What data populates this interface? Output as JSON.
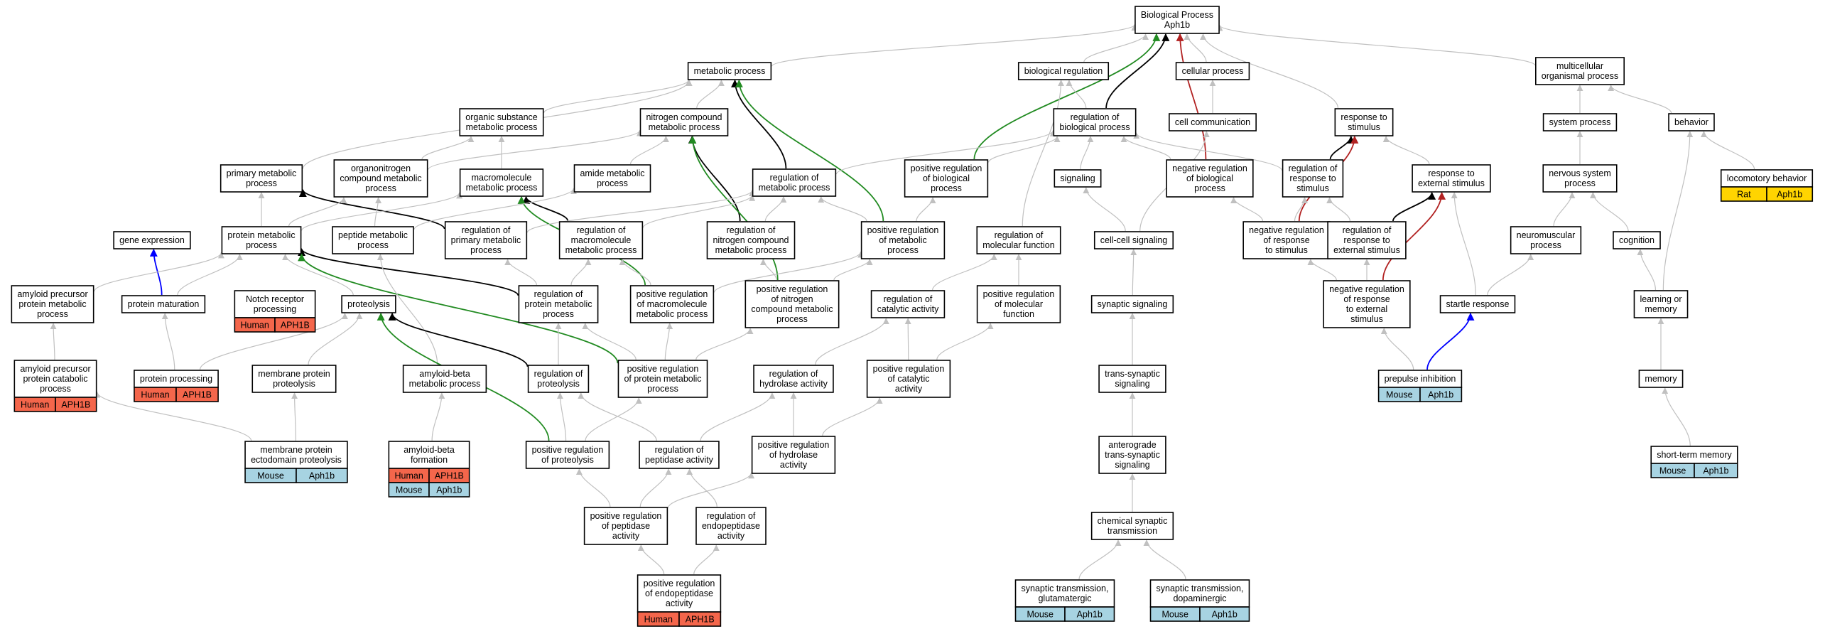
{
  "colors": {
    "edge_default": "#c0c0c0",
    "edge_black": "#000000",
    "edge_green": "#228b22",
    "edge_red": "#b22222",
    "edge_blue": "#0000ff",
    "human": "#f4664b",
    "mouse": "#a7d3e2",
    "rat": "#ffd400"
  },
  "nodes": [
    {
      "id": "bp",
      "lines": [
        "Biological Process",
        "Aph1b"
      ]
    },
    {
      "id": "metabolic",
      "lines": [
        "metabolic process"
      ]
    },
    {
      "id": "bioreg",
      "lines": [
        "biological regulation"
      ]
    },
    {
      "id": "cellular",
      "lines": [
        "cellular process"
      ]
    },
    {
      "id": "multicell",
      "lines": [
        "multicellular",
        "organismal process"
      ]
    },
    {
      "id": "orgsub",
      "lines": [
        "organic substance",
        "metabolic process"
      ]
    },
    {
      "id": "nitrogen",
      "lines": [
        "nitrogen compound",
        "metabolic process"
      ]
    },
    {
      "id": "regbio",
      "lines": [
        "regulation of",
        "biological process"
      ]
    },
    {
      "id": "cellcomm",
      "lines": [
        "cell communication"
      ]
    },
    {
      "id": "resp",
      "lines": [
        "response to",
        "stimulus"
      ]
    },
    {
      "id": "sysproc",
      "lines": [
        "system process"
      ]
    },
    {
      "id": "behavior",
      "lines": [
        "behavior"
      ]
    },
    {
      "id": "primary",
      "lines": [
        "primary metabolic",
        "process"
      ]
    },
    {
      "id": "organonit",
      "lines": [
        "organonitrogen",
        "compound metabolic",
        "process"
      ]
    },
    {
      "id": "macro",
      "lines": [
        "macromolecule",
        "metabolic process"
      ]
    },
    {
      "id": "amide",
      "lines": [
        "amide metabolic",
        "process"
      ]
    },
    {
      "id": "regmet",
      "lines": [
        "regulation of",
        "metabolic process"
      ]
    },
    {
      "id": "posregbio",
      "lines": [
        "positive regulation",
        "of biological",
        "process"
      ]
    },
    {
      "id": "signaling",
      "lines": [
        "signaling"
      ]
    },
    {
      "id": "negregbio",
      "lines": [
        "negative regulation",
        "of biological",
        "process"
      ]
    },
    {
      "id": "regresp",
      "lines": [
        "regulation of",
        "response to",
        "stimulus"
      ]
    },
    {
      "id": "respext",
      "lines": [
        "response to",
        "external stimulus"
      ]
    },
    {
      "id": "nervous",
      "lines": [
        "nervous system",
        "process"
      ]
    },
    {
      "id": "locomotory",
      "lines": [
        "locomotory behavior"
      ],
      "badges": [
        {
          "species": "Rat",
          "gene": "Aph1b",
          "color": "rat"
        }
      ]
    },
    {
      "id": "geneexp",
      "lines": [
        "gene expression"
      ]
    },
    {
      "id": "protmet",
      "lines": [
        "protein metabolic",
        "process"
      ]
    },
    {
      "id": "peptide",
      "lines": [
        "peptide metabolic",
        "process"
      ]
    },
    {
      "id": "regprimary",
      "lines": [
        "regulation of",
        "primary metabolic",
        "process"
      ]
    },
    {
      "id": "regmacro",
      "lines": [
        "regulation of",
        "macromolecule",
        "metabolic process"
      ]
    },
    {
      "id": "regnit",
      "lines": [
        "regulation of",
        "nitrogen compound",
        "metabolic process"
      ]
    },
    {
      "id": "posregmet",
      "lines": [
        "positive regulation",
        "of metabolic",
        "process"
      ]
    },
    {
      "id": "regmolfunc",
      "lines": [
        "regulation of",
        "molecular function"
      ]
    },
    {
      "id": "cellcell",
      "lines": [
        "cell-cell signaling"
      ]
    },
    {
      "id": "negregresp",
      "lines": [
        "negative regulation",
        "of response",
        "to stimulus"
      ]
    },
    {
      "id": "regrespext",
      "lines": [
        "regulation of",
        "response to",
        "external stimulus"
      ]
    },
    {
      "id": "neuromusc",
      "lines": [
        "neuromuscular",
        "process"
      ]
    },
    {
      "id": "cognition",
      "lines": [
        "cognition"
      ]
    },
    {
      "id": "app",
      "lines": [
        "amyloid precursor",
        "protein metabolic",
        "process"
      ]
    },
    {
      "id": "protmat",
      "lines": [
        "protein maturation"
      ]
    },
    {
      "id": "notch",
      "lines": [
        "Notch receptor",
        "processing"
      ],
      "badges": [
        {
          "species": "Human",
          "gene": "APH1B",
          "color": "human"
        }
      ]
    },
    {
      "id": "proteolysis",
      "lines": [
        "proteolysis"
      ]
    },
    {
      "id": "regprotmet",
      "lines": [
        "regulation of",
        "protein metabolic",
        "process"
      ]
    },
    {
      "id": "posregmacro",
      "lines": [
        "positive regulation",
        "of macromolecule",
        "metabolic process"
      ]
    },
    {
      "id": "posregnit",
      "lines": [
        "positive regulation",
        "of nitrogen",
        "compound metabolic",
        "process"
      ]
    },
    {
      "id": "regcat",
      "lines": [
        "regulation of",
        "catalytic activity"
      ]
    },
    {
      "id": "posregmolfunc",
      "lines": [
        "positive regulation",
        "of molecular",
        "function"
      ]
    },
    {
      "id": "synsig",
      "lines": [
        "synaptic signaling"
      ]
    },
    {
      "id": "negregrespext",
      "lines": [
        "negative regulation",
        "of response",
        "to external",
        "stimulus"
      ]
    },
    {
      "id": "startle",
      "lines": [
        "startle response"
      ]
    },
    {
      "id": "learning",
      "lines": [
        "learning or",
        "memory"
      ]
    },
    {
      "id": "appcat",
      "lines": [
        "amyloid precursor",
        "protein catabolic",
        "process"
      ],
      "badges": [
        {
          "species": "Human",
          "gene": "APH1B",
          "color": "human"
        }
      ]
    },
    {
      "id": "protproc",
      "lines": [
        "protein processing"
      ],
      "badges": [
        {
          "species": "Human",
          "gene": "APH1B",
          "color": "human"
        }
      ]
    },
    {
      "id": "memprot",
      "lines": [
        "membrane protein",
        "proteolysis"
      ]
    },
    {
      "id": "abmet",
      "lines": [
        "amyloid-beta",
        "metabolic process"
      ]
    },
    {
      "id": "regproteolysis",
      "lines": [
        "regulation of",
        "proteolysis"
      ]
    },
    {
      "id": "posregprotmet",
      "lines": [
        "positive regulation",
        "of protein metabolic",
        "process"
      ]
    },
    {
      "id": "reghydro",
      "lines": [
        "regulation of",
        "hydrolase activity"
      ]
    },
    {
      "id": "posregcat",
      "lines": [
        "positive regulation",
        "of catalytic",
        "activity"
      ]
    },
    {
      "id": "transsyn",
      "lines": [
        "trans-synaptic",
        "signaling"
      ]
    },
    {
      "id": "prepulse",
      "lines": [
        "prepulse inhibition"
      ],
      "badges": [
        {
          "species": "Mouse",
          "gene": "Aph1b",
          "color": "mouse"
        }
      ]
    },
    {
      "id": "memory",
      "lines": [
        "memory"
      ]
    },
    {
      "id": "memecto",
      "lines": [
        "membrane protein",
        "ectodomain proteolysis"
      ],
      "badges": [
        {
          "species": "Mouse",
          "gene": "Aph1b",
          "color": "mouse"
        }
      ]
    },
    {
      "id": "abform",
      "lines": [
        "amyloid-beta",
        "formation"
      ],
      "badges": [
        {
          "species": "Human",
          "gene": "APH1B",
          "color": "human"
        },
        {
          "species": "Mouse",
          "gene": "Aph1b",
          "color": "mouse"
        }
      ]
    },
    {
      "id": "posregproteolysis",
      "lines": [
        "positive regulation",
        "of proteolysis"
      ]
    },
    {
      "id": "regpeptidase",
      "lines": [
        "regulation of",
        "peptidase activity"
      ]
    },
    {
      "id": "posreghydro",
      "lines": [
        "positive regulation",
        "of hydrolase",
        "activity"
      ]
    },
    {
      "id": "antero",
      "lines": [
        "anterograde",
        "trans-synaptic",
        "signaling"
      ]
    },
    {
      "id": "shortmem",
      "lines": [
        "short-term memory"
      ],
      "badges": [
        {
          "species": "Mouse",
          "gene": "Aph1b",
          "color": "mouse"
        }
      ]
    },
    {
      "id": "posregpeptidase",
      "lines": [
        "positive regulation",
        "of peptidase",
        "activity"
      ]
    },
    {
      "id": "regendo",
      "lines": [
        "regulation of",
        "endopeptidase",
        "activity"
      ]
    },
    {
      "id": "chemsyn",
      "lines": [
        "chemical synaptic",
        "transmission"
      ]
    },
    {
      "id": "posregendo",
      "lines": [
        "positive regulation",
        "of endopeptidase",
        "activity"
      ],
      "badges": [
        {
          "species": "Human",
          "gene": "APH1B",
          "color": "human"
        }
      ]
    },
    {
      "id": "glut",
      "lines": [
        "synaptic transmission,",
        "glutamatergic"
      ],
      "badges": [
        {
          "species": "Mouse",
          "gene": "Aph1b",
          "color": "mouse"
        }
      ]
    },
    {
      "id": "dopa",
      "lines": [
        "synaptic transmission,",
        "dopaminergic"
      ],
      "badges": [
        {
          "species": "Mouse",
          "gene": "Aph1b",
          "color": "mouse"
        }
      ]
    }
  ],
  "edges": [
    [
      "metabolic",
      "bp",
      "default"
    ],
    [
      "bioreg",
      "bp",
      "default"
    ],
    [
      "cellular",
      "bp",
      "default"
    ],
    [
      "multicell",
      "bp",
      "default"
    ],
    [
      "regbio",
      "bp",
      "black"
    ],
    [
      "posregbio",
      "bp",
      "green"
    ],
    [
      "negregbio",
      "bp",
      "red"
    ],
    [
      "resp",
      "bp",
      "default"
    ],
    [
      "regbio",
      "bioreg",
      "default"
    ],
    [
      "regmolfunc",
      "bioreg",
      "default"
    ],
    [
      "cellcomm",
      "cellular",
      "default"
    ],
    [
      "orgsub",
      "metabolic",
      "default"
    ],
    [
      "nitrogen",
      "metabolic",
      "default"
    ],
    [
      "primary",
      "metabolic",
      "default"
    ],
    [
      "regmet",
      "metabolic",
      "black"
    ],
    [
      "posregmet",
      "metabolic",
      "green"
    ],
    [
      "sysproc",
      "multicell",
      "default"
    ],
    [
      "behavior",
      "multicell",
      "default"
    ],
    [
      "organonit",
      "orgsub",
      "default"
    ],
    [
      "macro",
      "orgsub",
      "default"
    ],
    [
      "regnit",
      "nitrogen",
      "black"
    ],
    [
      "posregnit",
      "nitrogen",
      "green"
    ],
    [
      "organonit",
      "nitrogen",
      "default"
    ],
    [
      "amide",
      "nitrogen",
      "default"
    ],
    [
      "regmet",
      "regbio",
      "default"
    ],
    [
      "posregbio",
      "regbio",
      "default"
    ],
    [
      "negregbio",
      "regbio",
      "default"
    ],
    [
      "regresp",
      "regbio",
      "default"
    ],
    [
      "signaling",
      "regbio",
      "default"
    ],
    [
      "cellcell",
      "cellcomm",
      "default"
    ],
    [
      "regresp",
      "resp",
      "black"
    ],
    [
      "negregresp",
      "resp",
      "red"
    ],
    [
      "respext",
      "resp",
      "default"
    ],
    [
      "nervous",
      "sysproc",
      "default"
    ],
    [
      "locomotory",
      "behavior",
      "default"
    ],
    [
      "learning",
      "behavior",
      "default"
    ],
    [
      "protmet",
      "primary",
      "default"
    ],
    [
      "regprimary",
      "primary",
      "black"
    ],
    [
      "protmet",
      "organonit",
      "default"
    ],
    [
      "peptide",
      "organonit",
      "default"
    ],
    [
      "protmet",
      "macro",
      "default"
    ],
    [
      "regmacro",
      "macro",
      "black"
    ],
    [
      "posregmacro",
      "macro",
      "green"
    ],
    [
      "peptide",
      "amide",
      "default"
    ],
    [
      "regprimary",
      "regmet",
      "default"
    ],
    [
      "regmacro",
      "regmet",
      "default"
    ],
    [
      "regnit",
      "regmet",
      "default"
    ],
    [
      "posregmet",
      "regmet",
      "default"
    ],
    [
      "posregmet",
      "posregbio",
      "default"
    ],
    [
      "cellcell",
      "signaling",
      "default"
    ],
    [
      "negregresp",
      "negregbio",
      "default"
    ],
    [
      "negregresp",
      "regresp",
      "default"
    ],
    [
      "regrespext",
      "regresp",
      "default"
    ],
    [
      "regrespext",
      "respext",
      "black"
    ],
    [
      "negregrespext",
      "respext",
      "red"
    ],
    [
      "startle",
      "respext",
      "default"
    ],
    [
      "neuromusc",
      "nervous",
      "default"
    ],
    [
      "cognition",
      "nervous",
      "default"
    ],
    [
      "protmat",
      "geneexp",
      "blue"
    ],
    [
      "protmat",
      "protmet",
      "default"
    ],
    [
      "app",
      "protmet",
      "default"
    ],
    [
      "proteolysis",
      "protmet",
      "default"
    ],
    [
      "regprotmet",
      "protmet",
      "black"
    ],
    [
      "posregprotmet",
      "protmet",
      "green"
    ],
    [
      "abmet",
      "peptide",
      "default"
    ],
    [
      "regprotmet",
      "regprimary",
      "default"
    ],
    [
      "regprotmet",
      "regmacro",
      "default"
    ],
    [
      "posregmacro",
      "regmacro",
      "default"
    ],
    [
      "posregnit",
      "regnit",
      "default"
    ],
    [
      "posregnit",
      "posregmet",
      "default"
    ],
    [
      "posregmacro",
      "posregmet",
      "default"
    ],
    [
      "regcat",
      "regmolfunc",
      "default"
    ],
    [
      "posregmolfunc",
      "regmolfunc",
      "default"
    ],
    [
      "synsig",
      "cellcell",
      "default"
    ],
    [
      "negregrespext",
      "negregresp",
      "default"
    ],
    [
      "negregrespext",
      "regrespext",
      "default"
    ],
    [
      "startle",
      "neuromusc",
      "default"
    ],
    [
      "learning",
      "cognition",
      "default"
    ],
    [
      "appcat",
      "app",
      "default"
    ],
    [
      "protproc",
      "protmat",
      "default"
    ],
    [
      "memprot",
      "proteolysis",
      "default"
    ],
    [
      "protproc",
      "proteolysis",
      "default"
    ],
    [
      "regproteolysis",
      "proteolysis",
      "black"
    ],
    [
      "posregproteolysis",
      "proteolysis",
      "green"
    ],
    [
      "posregprotmet",
      "regprotmet",
      "default"
    ],
    [
      "regproteolysis",
      "regprotmet",
      "default"
    ],
    [
      "posregprotmet",
      "posregmacro",
      "default"
    ],
    [
      "posregprotmet",
      "posregnit",
      "default"
    ],
    [
      "reghydro",
      "regcat",
      "default"
    ],
    [
      "posregcat",
      "regcat",
      "default"
    ],
    [
      "posregcat",
      "posregmolfunc",
      "default"
    ],
    [
      "transsyn",
      "synsig",
      "default"
    ],
    [
      "prepulse",
      "negregrespext",
      "default"
    ],
    [
      "prepulse",
      "startle",
      "blue"
    ],
    [
      "memory",
      "learning",
      "default"
    ],
    [
      "memecto",
      "memprot",
      "default"
    ],
    [
      "memecto",
      "appcat",
      "default"
    ],
    [
      "abform",
      "abmet",
      "default"
    ],
    [
      "posregproteolysis",
      "regproteolysis",
      "default"
    ],
    [
      "posregproteolysis",
      "posregprotmet",
      "default"
    ],
    [
      "regpeptidase",
      "regproteolysis",
      "default"
    ],
    [
      "regpeptidase",
      "reghydro",
      "default"
    ],
    [
      "posreghydro",
      "reghydro",
      "default"
    ],
    [
      "posreghydro",
      "posregcat",
      "default"
    ],
    [
      "antero",
      "transsyn",
      "default"
    ],
    [
      "shortmem",
      "memory",
      "default"
    ],
    [
      "posregpeptidase",
      "posregproteolysis",
      "default"
    ],
    [
      "posregpeptidase",
      "regpeptidase",
      "default"
    ],
    [
      "regendo",
      "regpeptidase",
      "default"
    ],
    [
      "posregpeptidase",
      "posreghydro",
      "default"
    ],
    [
      "chemsyn",
      "antero",
      "default"
    ],
    [
      "posregendo",
      "posregpeptidase",
      "default"
    ],
    [
      "posregendo",
      "regendo",
      "default"
    ],
    [
      "glut",
      "chemsyn",
      "default"
    ],
    [
      "dopa",
      "chemsyn",
      "default"
    ]
  ]
}
